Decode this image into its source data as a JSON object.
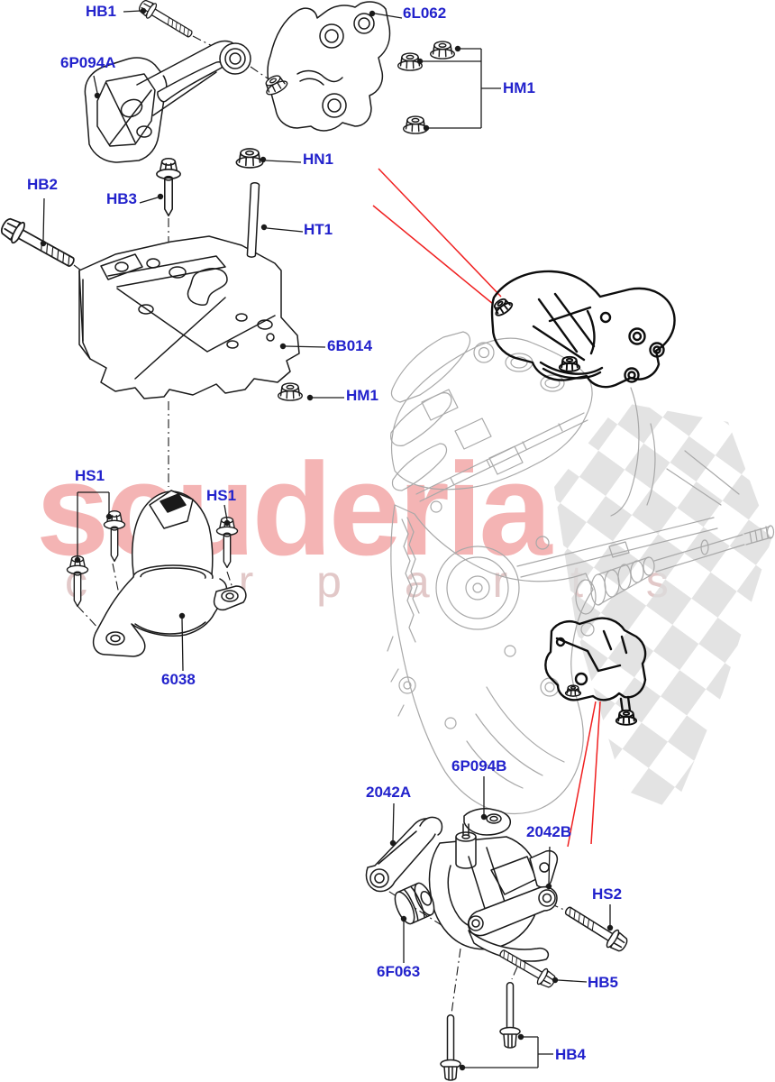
{
  "watermark": {
    "brand": "scuderia",
    "tagline": "c a r p a r t s",
    "brand_color": "#f4b4b4",
    "tagline_color": "#e2c8c8"
  },
  "colors": {
    "label_blue": "#2222cc",
    "line_black": "#1a1a1a",
    "engine_gray": "#a8a8a8",
    "arrow_red": "#f02020",
    "checker_gray": "#dcdcdc"
  },
  "labels": [
    {
      "id": "hb1",
      "text": "HB1"
    },
    {
      "id": "l6062",
      "text": "6L062"
    },
    {
      "id": "p6094a",
      "text": "6P094A"
    },
    {
      "id": "hm1a",
      "text": "HM1"
    },
    {
      "id": "hn1",
      "text": "HN1"
    },
    {
      "id": "hb2",
      "text": "HB2"
    },
    {
      "id": "hb3",
      "text": "HB3"
    },
    {
      "id": "ht1",
      "text": "HT1"
    },
    {
      "id": "b6014",
      "text": "6B014"
    },
    {
      "id": "hm1b",
      "text": "HM1"
    },
    {
      "id": "hs1a",
      "text": "HS1"
    },
    {
      "id": "hs1b",
      "text": "HS1"
    },
    {
      "id": "n6038",
      "text": "6038"
    },
    {
      "id": "p6094b",
      "text": "6P094B"
    },
    {
      "id": "a2042",
      "text": "2042A"
    },
    {
      "id": "b2042",
      "text": "2042B"
    },
    {
      "id": "hs2",
      "text": "HS2"
    },
    {
      "id": "f6063",
      "text": "6F063"
    },
    {
      "id": "hb5",
      "text": "HB5"
    },
    {
      "id": "hb4",
      "text": "HB4"
    }
  ]
}
